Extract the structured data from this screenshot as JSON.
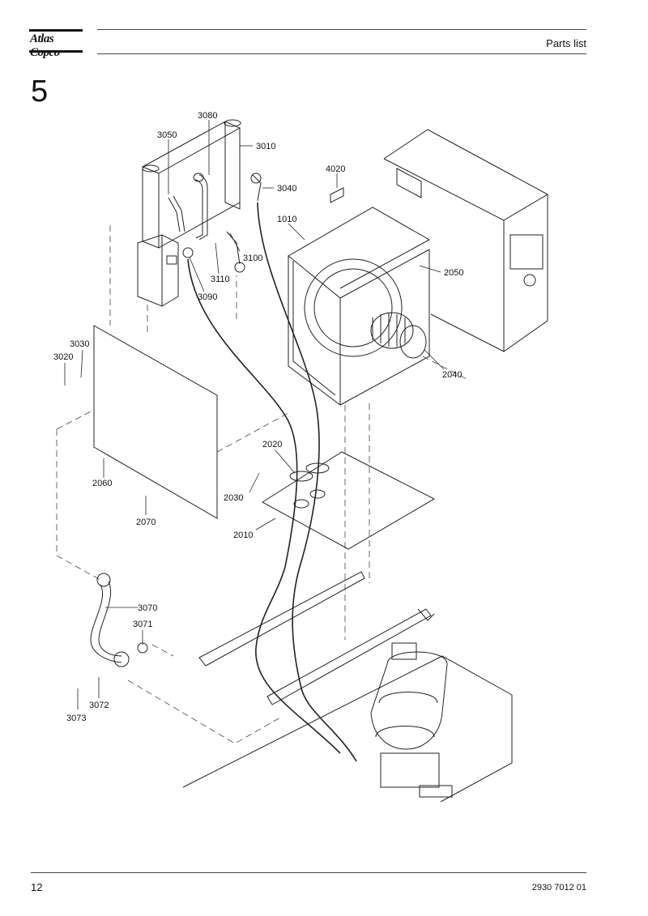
{
  "header": {
    "brand": "Atlas Copco",
    "title": "Parts list"
  },
  "section": "5",
  "callouts": {
    "c3080": "3080",
    "c3050": "3050",
    "c3010": "3010",
    "c3040": "3040",
    "c4020": "4020",
    "c1010": "1010",
    "c2050": "2050",
    "c3100": "3100",
    "c3110": "3110",
    "c3090": "3090",
    "c3030": "3030",
    "c3020": "3020",
    "c2040": "2040",
    "c2020": "2020",
    "c2060": "2060",
    "c2030": "2030",
    "c2070": "2070",
    "c2010": "2010",
    "c3070": "3070",
    "c3071": "3071",
    "c3072": "3072",
    "c3073": "3073"
  },
  "footer": {
    "page": "12",
    "doc_number": "2930 7012 01"
  }
}
